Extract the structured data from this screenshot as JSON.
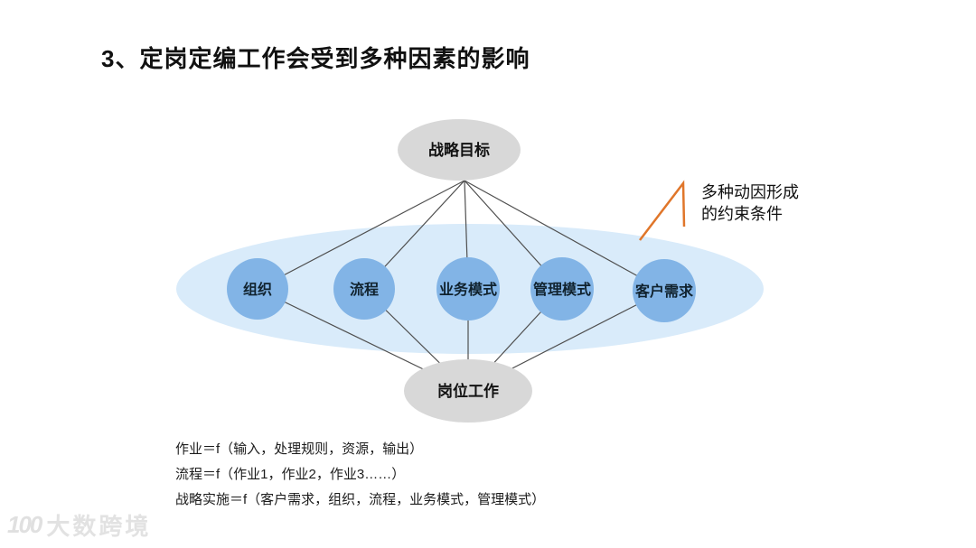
{
  "slide": {
    "title": "3、定岗定编工作会受到多种因素的影响"
  },
  "diagram": {
    "top_node": "战略目标",
    "factors": [
      "组织",
      "流程",
      "业务模式",
      "管理模式",
      "客户需求"
    ],
    "bottom_node": "岗位工作",
    "annotation": {
      "line1": "多种动因形成",
      "line2": "的约束条件"
    },
    "colors": {
      "factor_circle_fill": "#82b4e6",
      "cluster_ellipse_fill": "#d9ebfa",
      "node_ellipse_fill": "#d8d8d8",
      "connector_line": "#4f4f4f",
      "callout_line": "#e0762a"
    }
  },
  "formulas": [
    "作业＝f（输入，处理规则，资源，输出）",
    "流程＝f（作业1，作业2，作业3……）",
    "战略实施＝f（客户需求，组织，流程，业务模式，管理模式）"
  ],
  "watermark": {
    "logo": "100",
    "text": "大数跨境"
  }
}
